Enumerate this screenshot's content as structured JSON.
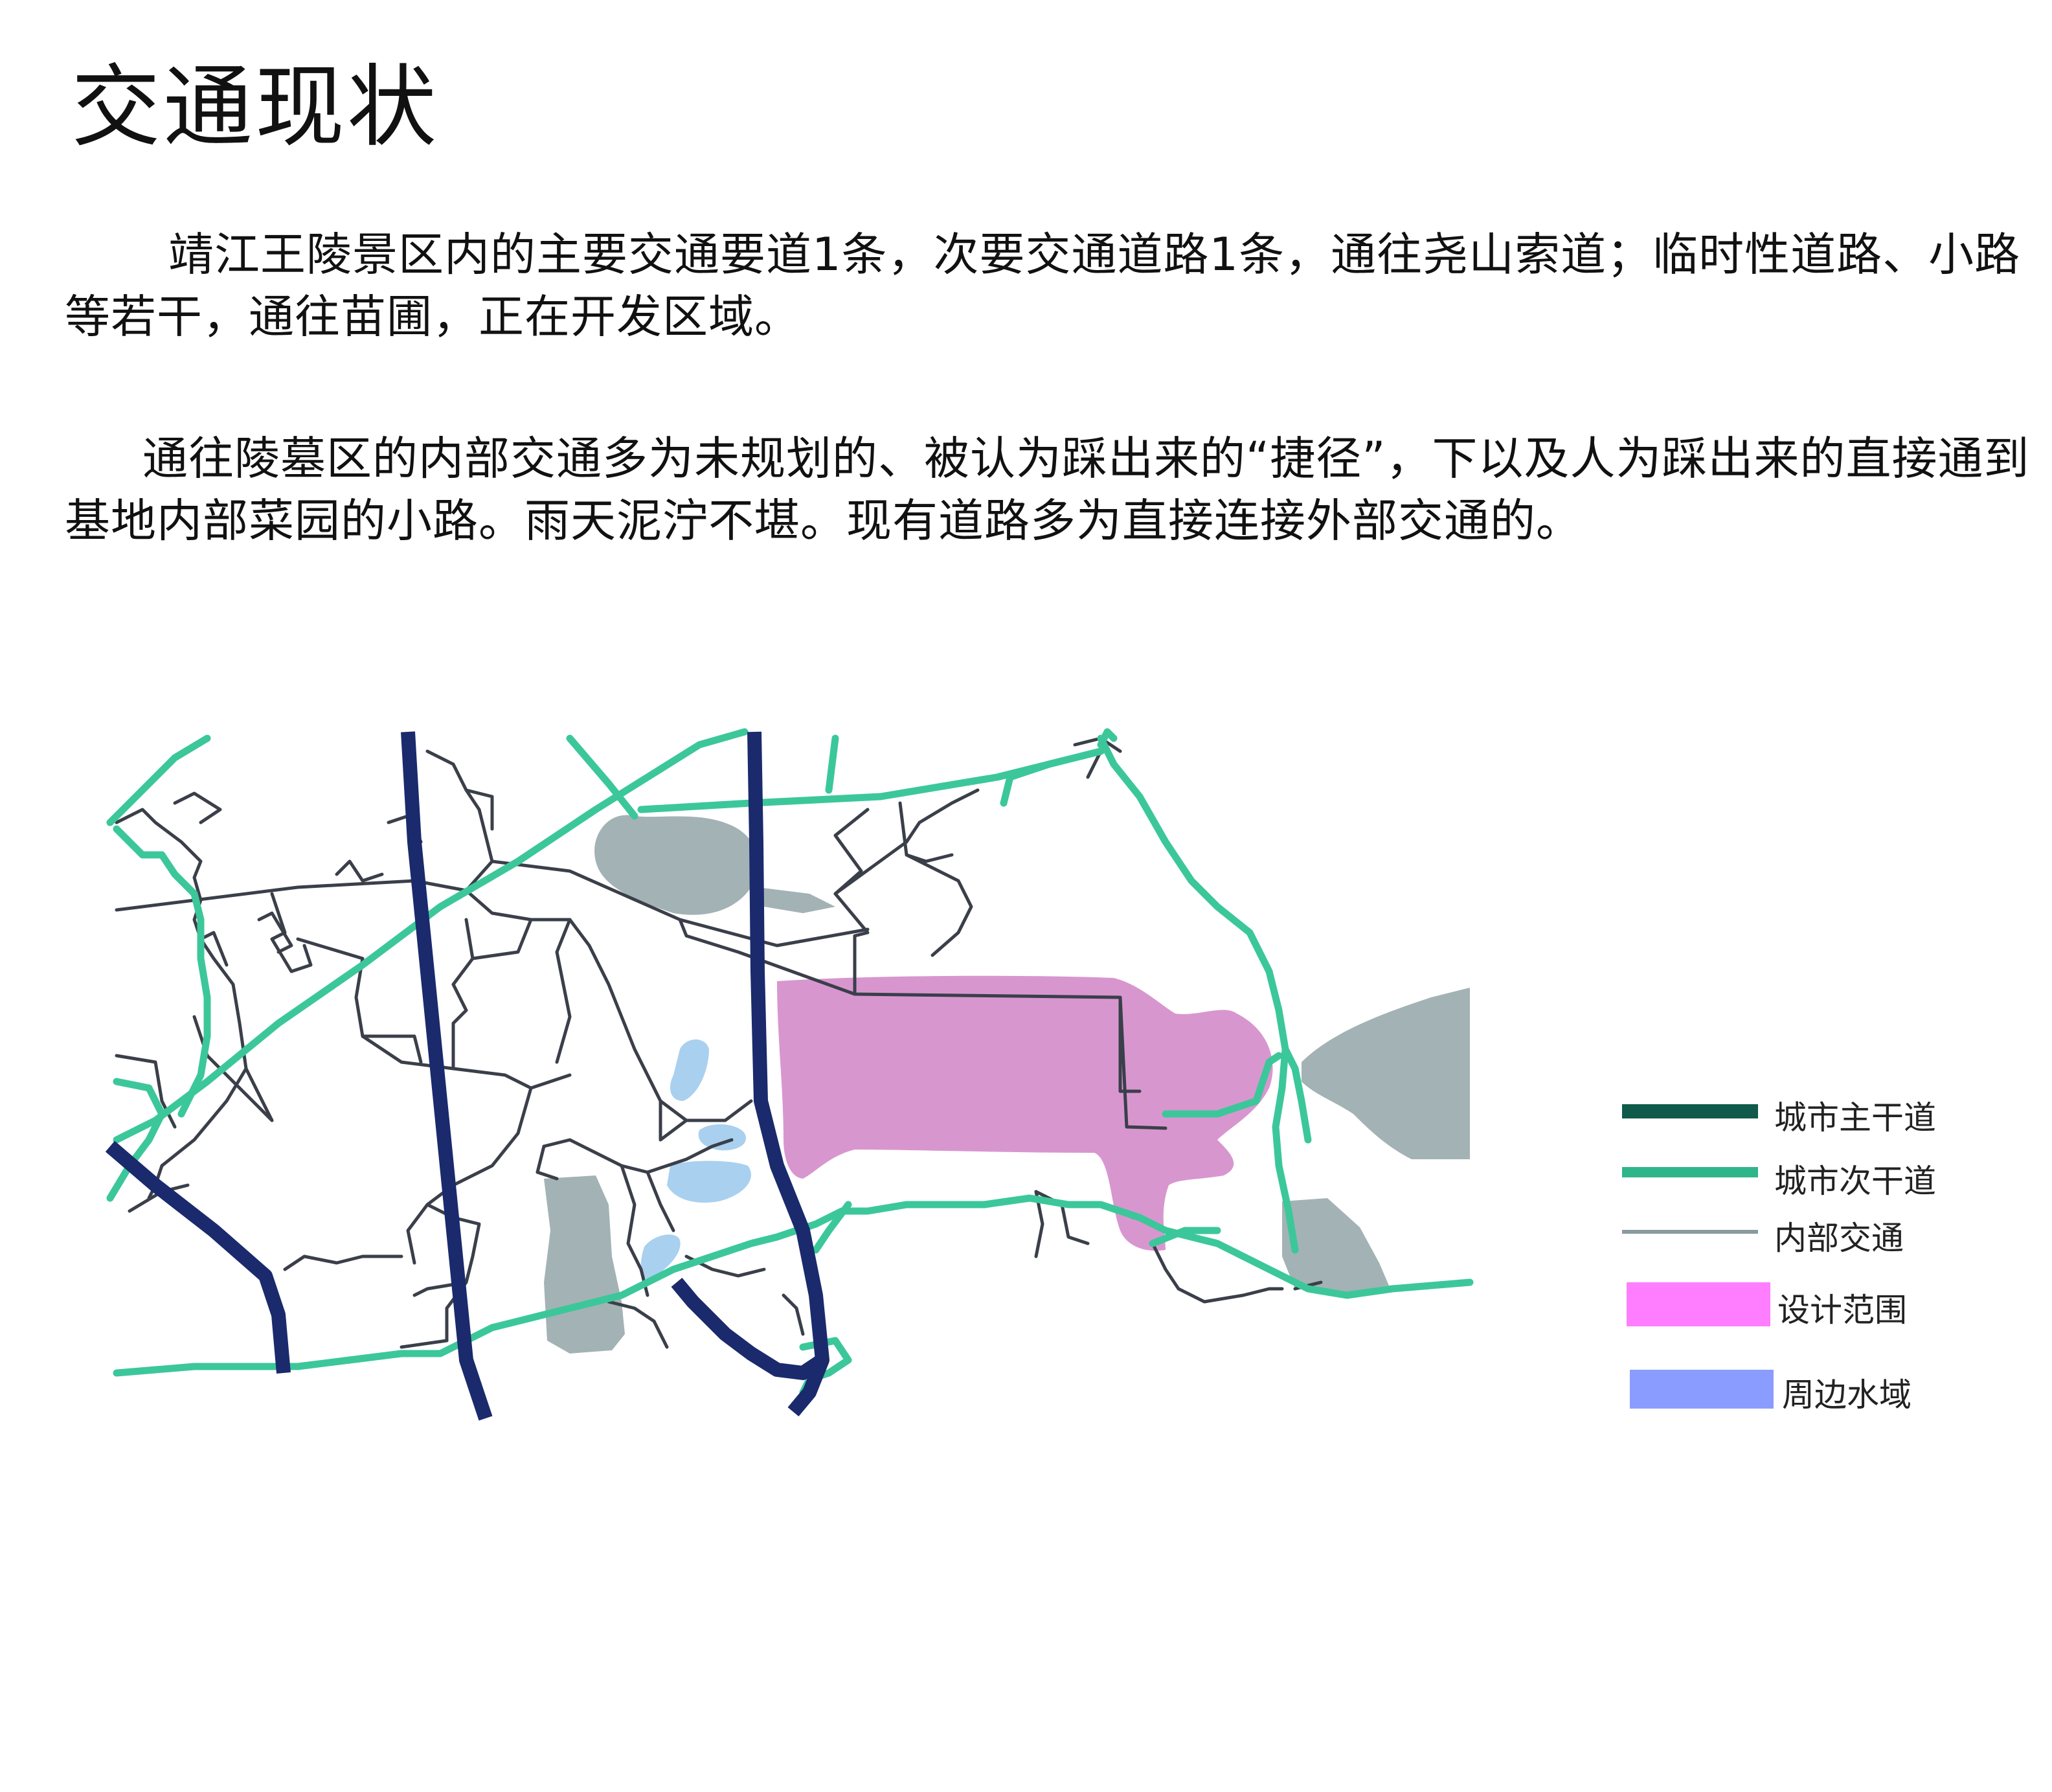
{
  "page": {
    "title": "交通现状",
    "paragraph1": "靖江王陵景区内的主要交通要道1条，次要交通道路1条，通往尧山索道；临时性道路、小路等若干，通往苗圃，正在开发区域。",
    "paragraph2": "通往陵墓区的内部交通多为未规划的、被认为踩出来的“捷径”，下以及人为踩出来的直接通到基地内部菜园的小路。雨天泥泞不堪。现有道路多为直接连接外部交通的。"
  },
  "legend": {
    "items": [
      {
        "label": "城市主干道",
        "color": "#0f5a4a"
      },
      {
        "label": "城市次干道",
        "color": "#2fb58a"
      },
      {
        "label": "内部交通",
        "color": "#8a9aa0"
      },
      {
        "label": "设计范围",
        "color": "#ff7dff"
      },
      {
        "label": "周边水域",
        "color": "#8a9cff"
      }
    ]
  },
  "map_colors": {
    "main_road": "#1a2a6c",
    "secondary_road": "#3cc79a",
    "internal_road": "#3a3f4a",
    "design_area": "#d896cf",
    "gray_area": "#a3b2b5",
    "water": "#a9d0ef"
  }
}
